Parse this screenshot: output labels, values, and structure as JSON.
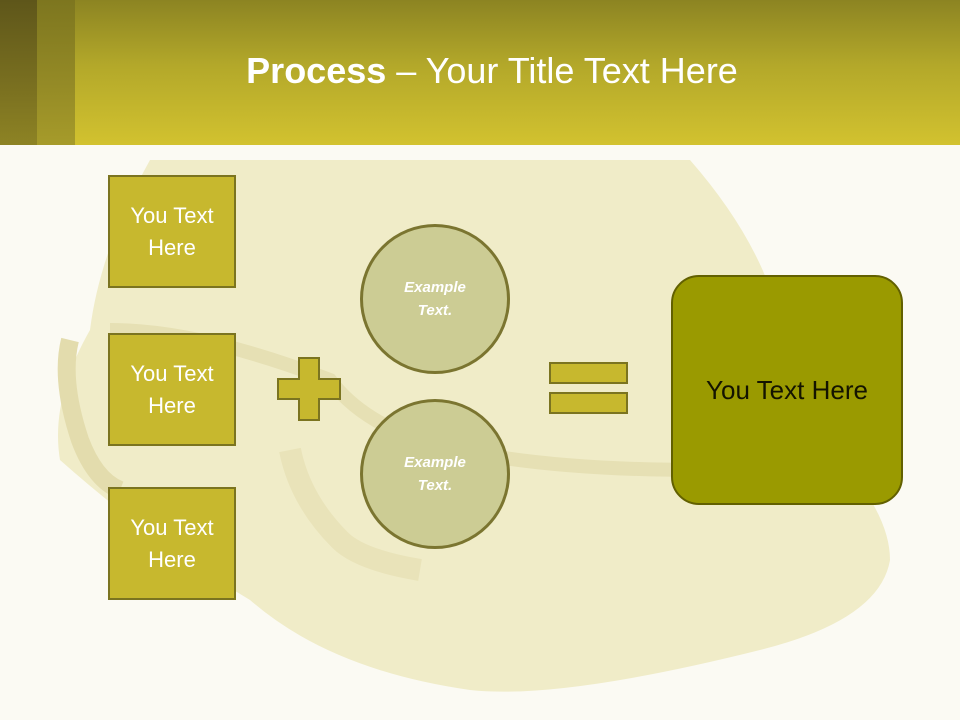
{
  "slide": {
    "title_bold": "Process",
    "title_rest": " – Your Title Text Here"
  },
  "inputs": [
    {
      "text": "You Text Here"
    },
    {
      "text": "You Text Here"
    },
    {
      "text": "You Text Here"
    }
  ],
  "circles": [
    {
      "text": "Example Text."
    },
    {
      "text": "Example Text."
    }
  ],
  "result": {
    "text": "You Text Here"
  },
  "colors": {
    "header": "#d2c22f",
    "box_fill": "#c7b82e",
    "circle_fill": "#cccc94",
    "result_fill": "#9a9a00",
    "background": "#fbfaf3"
  },
  "icons": {
    "operator_1": "plus-icon",
    "operator_2": "equals-icon"
  }
}
